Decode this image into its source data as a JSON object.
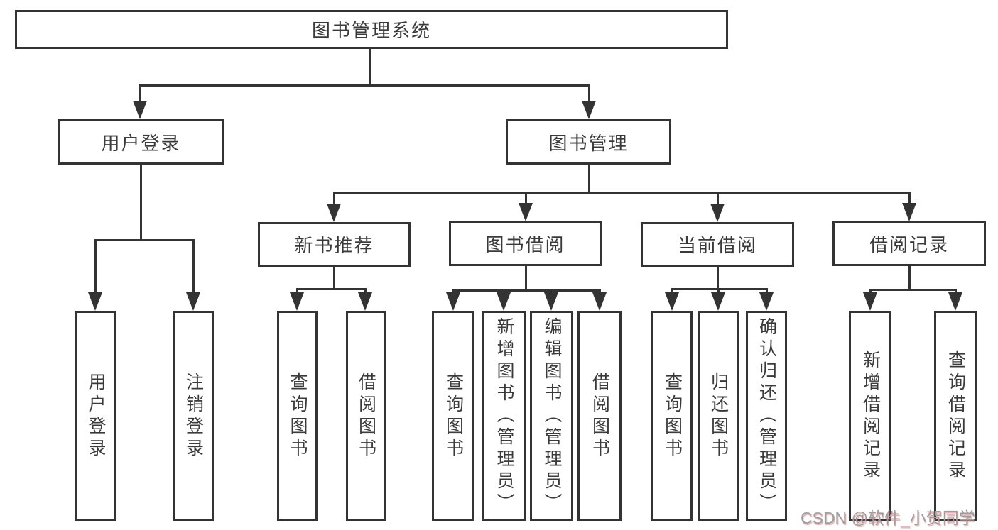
{
  "diagram_title": "图书管理系统",
  "watermark": "CSDN @软件_小贺同学",
  "colors": {
    "line": "#333333",
    "background": "#ffffff",
    "watermark_gray": "#9b9da1",
    "watermark_red": "#d85c5c"
  },
  "nodes": {
    "root": {
      "label": "图书管理系统"
    },
    "group_user": {
      "label": "用户登录"
    },
    "group_book": {
      "label": "图书管理"
    },
    "cat_new_book": {
      "label": "新书推荐"
    },
    "cat_borrow": {
      "label": "图书借阅"
    },
    "cat_current": {
      "label": "当前借阅"
    },
    "cat_records": {
      "label": "借阅记录"
    },
    "leaf_user_login": {
      "label": "用户登录"
    },
    "leaf_user_logout": {
      "label": "注销登录"
    },
    "leaf_new_query": {
      "label": "查询图书"
    },
    "leaf_new_borrow": {
      "label": "借阅图书"
    },
    "leaf_borrow_query": {
      "label": "查询图书"
    },
    "leaf_borrow_add": {
      "label": "新增图书（管理员）"
    },
    "leaf_borrow_edit": {
      "label": "编辑图书（管理员）"
    },
    "leaf_borrow_borrow": {
      "label": "借阅图书"
    },
    "leaf_current_query": {
      "label": "查询图书"
    },
    "leaf_current_return": {
      "label": "归还图书"
    },
    "leaf_current_confirm": {
      "label": "确认归还（管理员）"
    },
    "leaf_records_add": {
      "label": "新增借阅记录"
    },
    "leaf_records_query": {
      "label": "查询借阅记录"
    }
  }
}
